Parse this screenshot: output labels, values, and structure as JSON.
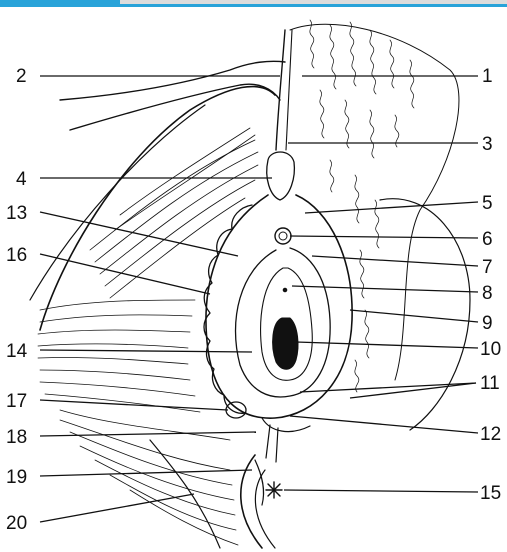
{
  "colors": {
    "accent": "#29a3d9",
    "ink": "#111111",
    "background": "#ffffff"
  },
  "labels": [
    {
      "id": "1",
      "text": "1"
    },
    {
      "id": "2",
      "text": "2"
    },
    {
      "id": "3",
      "text": "3"
    },
    {
      "id": "4",
      "text": "4"
    },
    {
      "id": "5",
      "text": "5"
    },
    {
      "id": "6",
      "text": "6"
    },
    {
      "id": "7",
      "text": "7"
    },
    {
      "id": "8",
      "text": "8"
    },
    {
      "id": "9",
      "text": "9"
    },
    {
      "id": "10",
      "text": "10"
    },
    {
      "id": "11",
      "text": "11"
    },
    {
      "id": "12",
      "text": "12"
    },
    {
      "id": "13",
      "text": "13"
    },
    {
      "id": "14",
      "text": "14"
    },
    {
      "id": "15",
      "text": "15"
    },
    {
      "id": "16",
      "text": "16"
    },
    {
      "id": "17",
      "text": "17"
    },
    {
      "id": "18",
      "text": "18"
    },
    {
      "id": "19",
      "text": "19"
    },
    {
      "id": "20",
      "text": "20"
    }
  ]
}
